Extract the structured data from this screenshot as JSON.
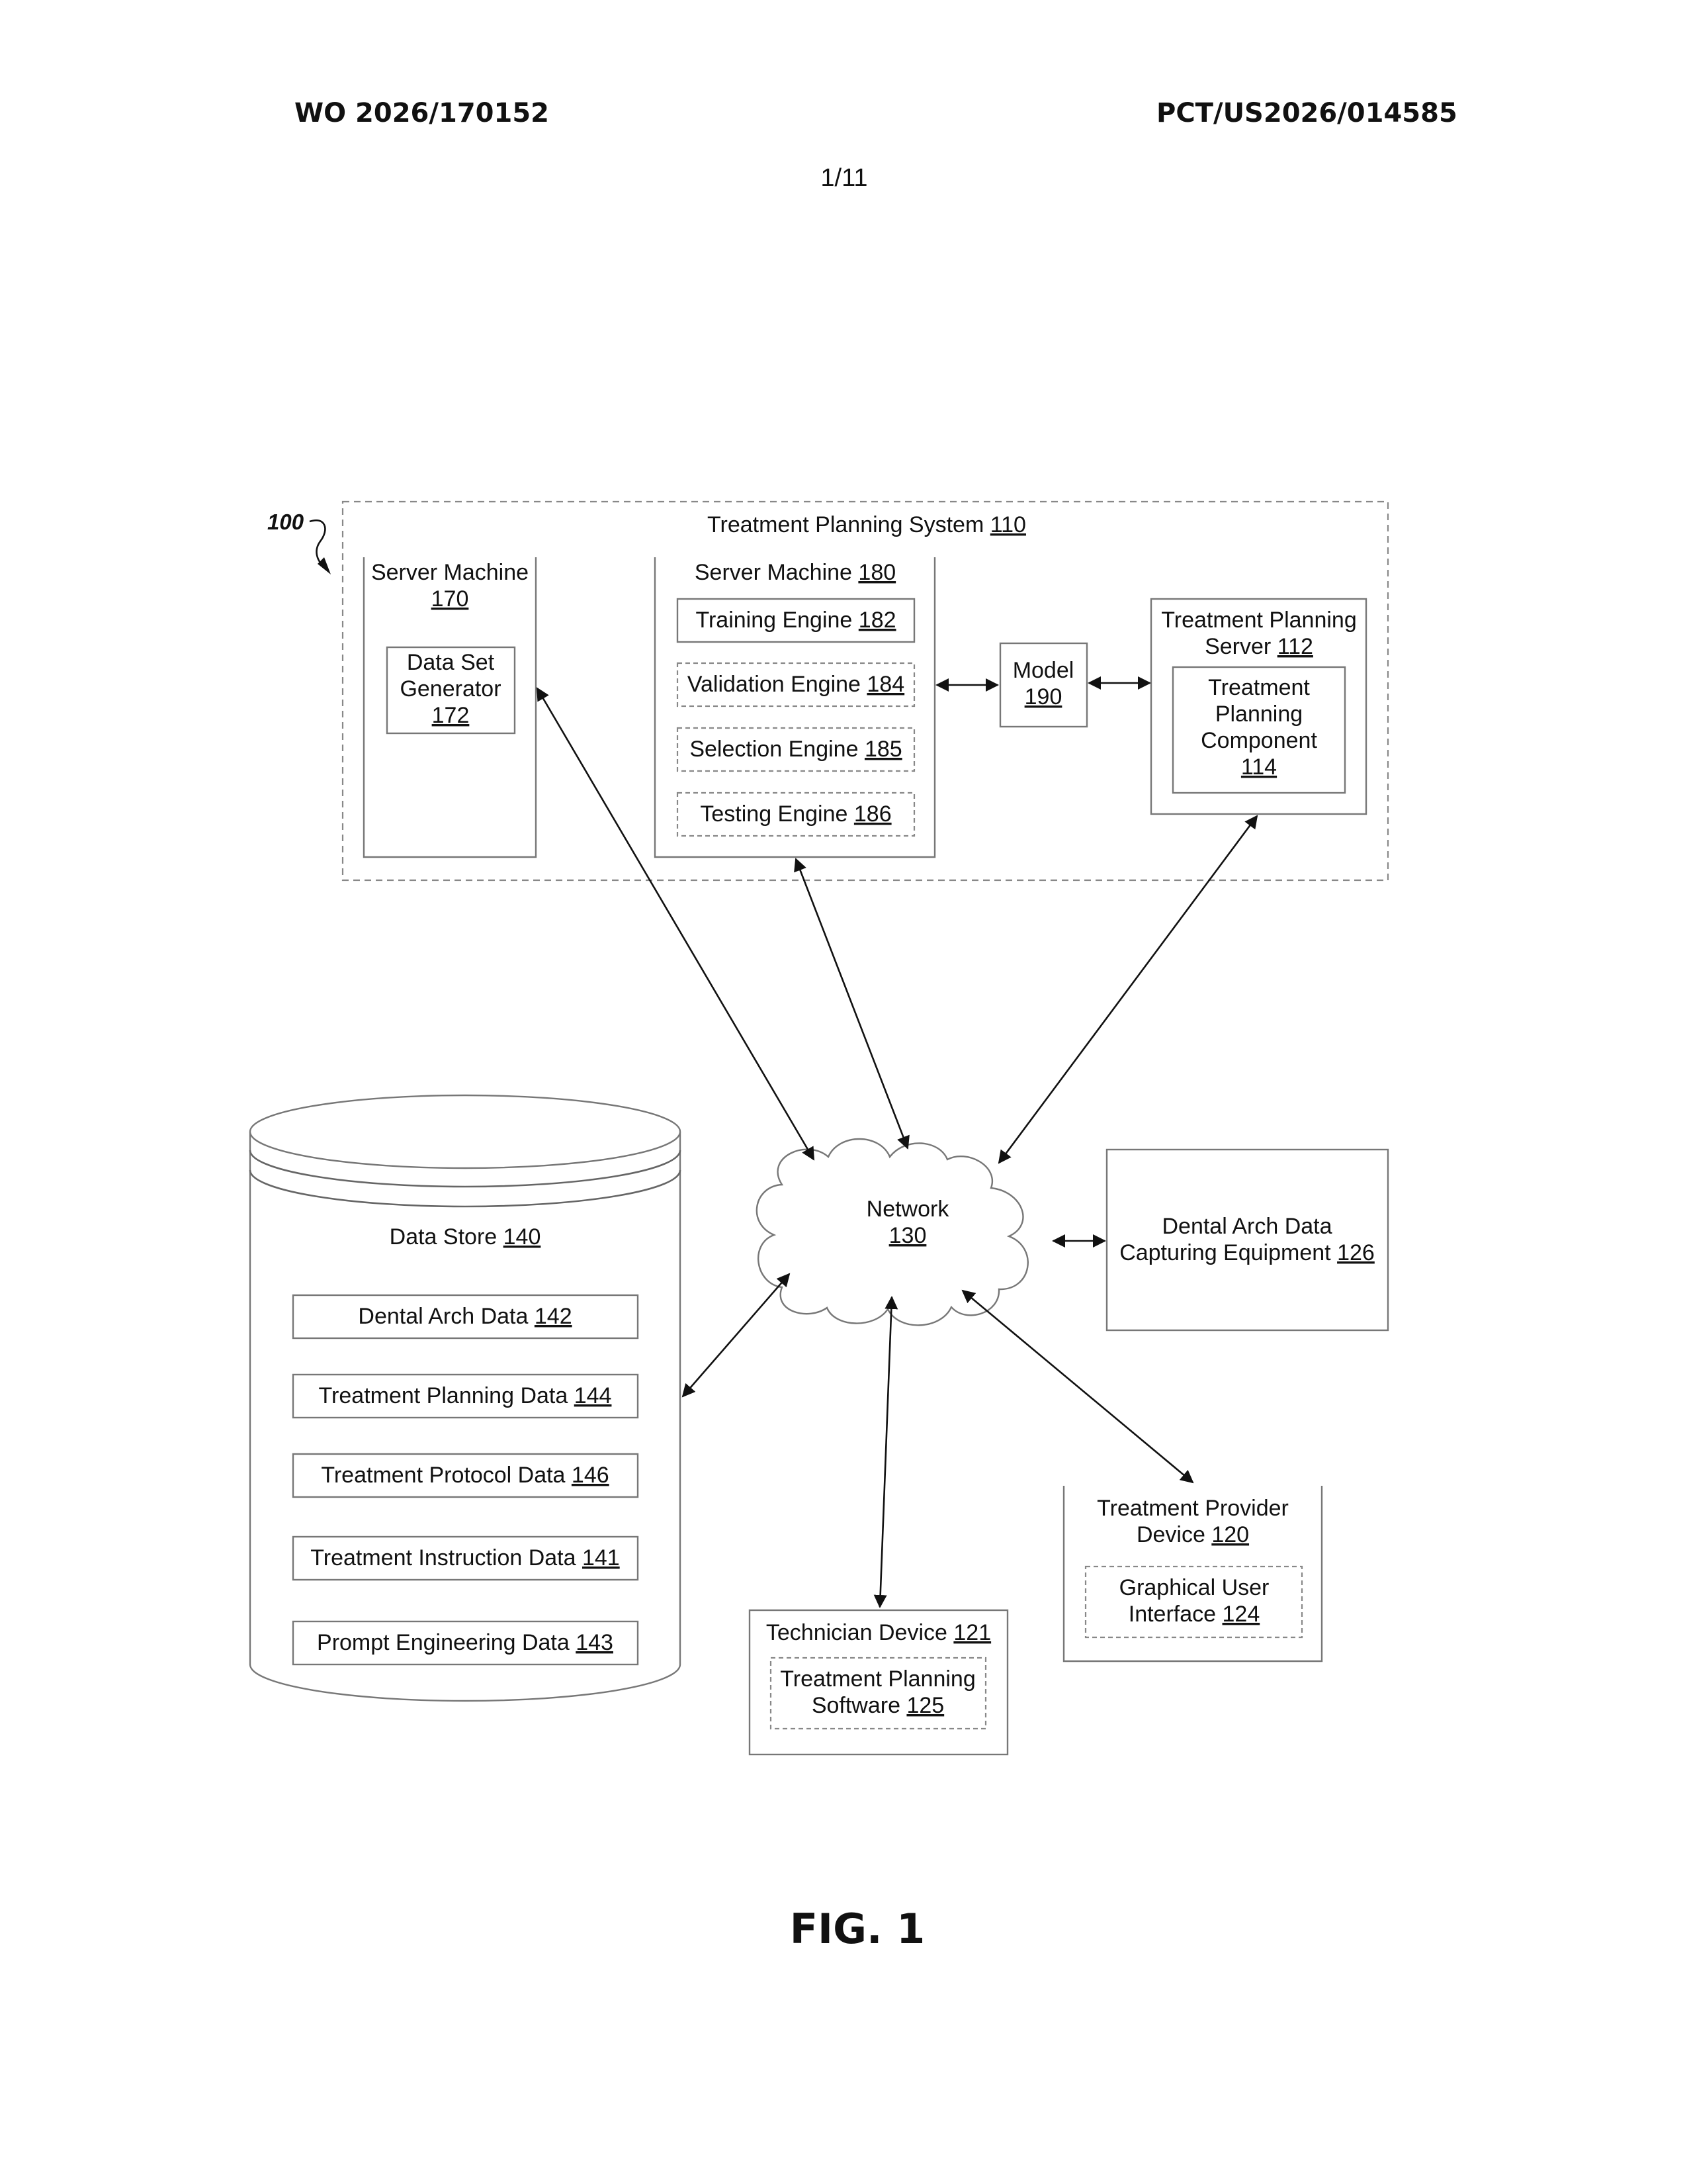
{
  "header": {
    "publication_number": "WO 2026/170152",
    "application_number": "PCT/US2026/014585",
    "sheet": "1/11"
  },
  "figure": {
    "ref": "100",
    "caption": "FIG. 1"
  },
  "system": {
    "label": "Treatment Planning System ",
    "num": "110"
  },
  "server_machine_170": {
    "line1": "Server Machine",
    "num": "170",
    "data_set_generator": {
      "line1": "Data Set",
      "line2": "Generator",
      "num": "172"
    }
  },
  "server_machine_180": {
    "label": "Server Machine ",
    "num": "180",
    "engines": [
      {
        "label": "Training Engine ",
        "num": "182"
      },
      {
        "label": "Validation Engine ",
        "num": "184"
      },
      {
        "label": "Selection Engine ",
        "num": "185"
      },
      {
        "label": "Testing Engine ",
        "num": "186"
      }
    ]
  },
  "model": {
    "label": "Model",
    "num": "190"
  },
  "tp_server": {
    "line1": "Treatment Planning",
    "line2": "Server ",
    "num": "112",
    "component": {
      "line1": "Treatment",
      "line2": "Planning",
      "line3": "Component",
      "num": "114"
    }
  },
  "data_store": {
    "label": "Data Store ",
    "num": "140",
    "items": [
      {
        "label": "Dental Arch Data ",
        "num": "142"
      },
      {
        "label": "Treatment Planning Data ",
        "num": "144"
      },
      {
        "label": "Treatment Protocol Data ",
        "num": "146"
      },
      {
        "label": "Treatment Instruction Data ",
        "num": "141"
      },
      {
        "label": "Prompt Engineering Data ",
        "num": "143"
      }
    ]
  },
  "network": {
    "label": "Network",
    "num": "130"
  },
  "capture_equipment": {
    "line1": "Dental Arch Data",
    "line2": "Capturing Equipment ",
    "num": "126"
  },
  "provider_device": {
    "line1": "Treatment Provider",
    "line2": "Device ",
    "num": "120",
    "gui": {
      "line1": "Graphical User",
      "line2": "Interface ",
      "num": "124"
    }
  },
  "technician_device": {
    "label": "Technician Device ",
    "num": "121",
    "software": {
      "line1": "Treatment Planning",
      "line2": "Software ",
      "num": "125"
    }
  }
}
